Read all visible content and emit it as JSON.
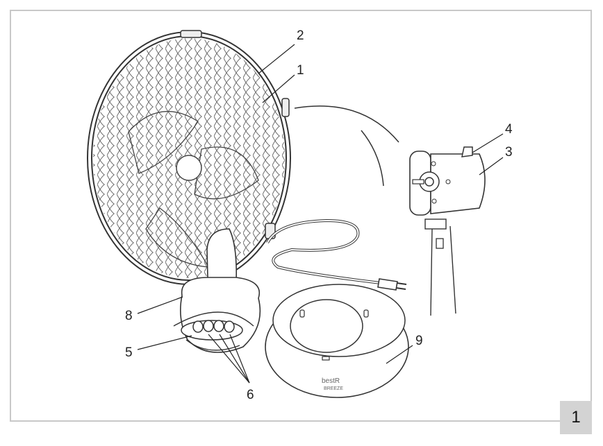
{
  "figure": {
    "number": "1",
    "callouts": [
      {
        "id": "c1",
        "label": "1"
      },
      {
        "id": "c2",
        "label": "2"
      },
      {
        "id": "c3",
        "label": "3"
      },
      {
        "id": "c4",
        "label": "4"
      },
      {
        "id": "c5",
        "label": "5"
      },
      {
        "id": "c6",
        "label": "6"
      },
      {
        "id": "c8",
        "label": "8"
      },
      {
        "id": "c9",
        "label": "9"
      }
    ],
    "remote_logo": {
      "line1": "bestR",
      "line2": "BREEZE"
    }
  }
}
